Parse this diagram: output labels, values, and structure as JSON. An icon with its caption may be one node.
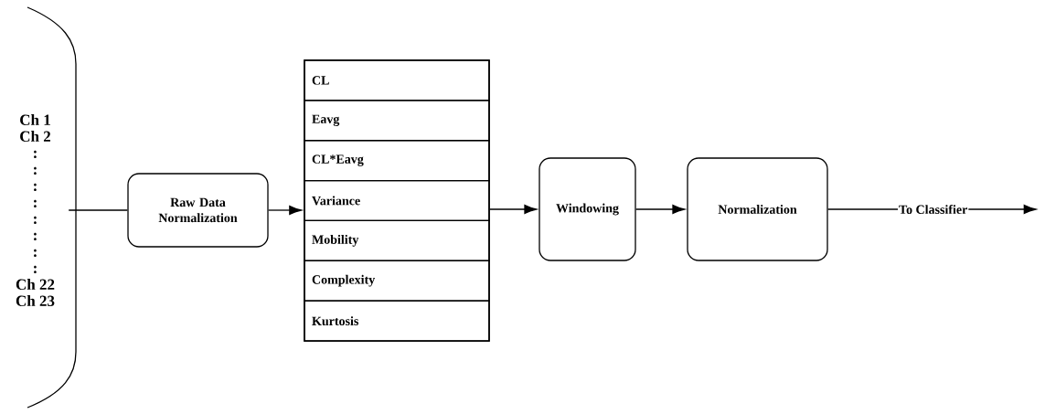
{
  "diagram": {
    "nodes": [
      {
        "text": [
          "Ch 1",
          "Ch 2",
          ":",
          ":",
          ":",
          ":",
          ":",
          ":",
          ":",
          ":",
          "Ch 22",
          "Ch 23"
        ]
      },
      {
        "text": [
          "Raw Data Normalization"
        ]
      },
      {
        "text": [],
        "shape": "box"
      },
      {
        "text": [
          "CL"
        ],
        "in": 2
      },
      {
        "text": [
          "Eavg"
        ],
        "in": 2
      },
      {
        "text": [
          "CL*Eavg"
        ],
        "in": 2
      },
      {
        "text": [
          "Variance"
        ],
        "in": 2
      },
      {
        "text": [
          "Mobility"
        ],
        "in": 2
      },
      {
        "text": [
          "Complexity"
        ],
        "in": 2
      },
      {
        "text": [
          "Kurtosis"
        ],
        "in": 2
      },
      {
        "text": [
          "Windowing"
        ]
      },
      {
        "text": [
          "Normalization"
        ]
      }
    ],
    "edges": [
      {
        "from": 0,
        "to": 1,
        "arrow": "none"
      },
      {
        "from": 1,
        "to": 2,
        "arrow": "to"
      },
      {
        "from": 2,
        "to": 10,
        "arrow": "to"
      },
      {
        "from": 10,
        "to": 11,
        "arrow": "to"
      },
      {
        "from": 11,
        "to": null,
        "arrow": "to",
        "label": "To Classifier"
      }
    ]
  }
}
